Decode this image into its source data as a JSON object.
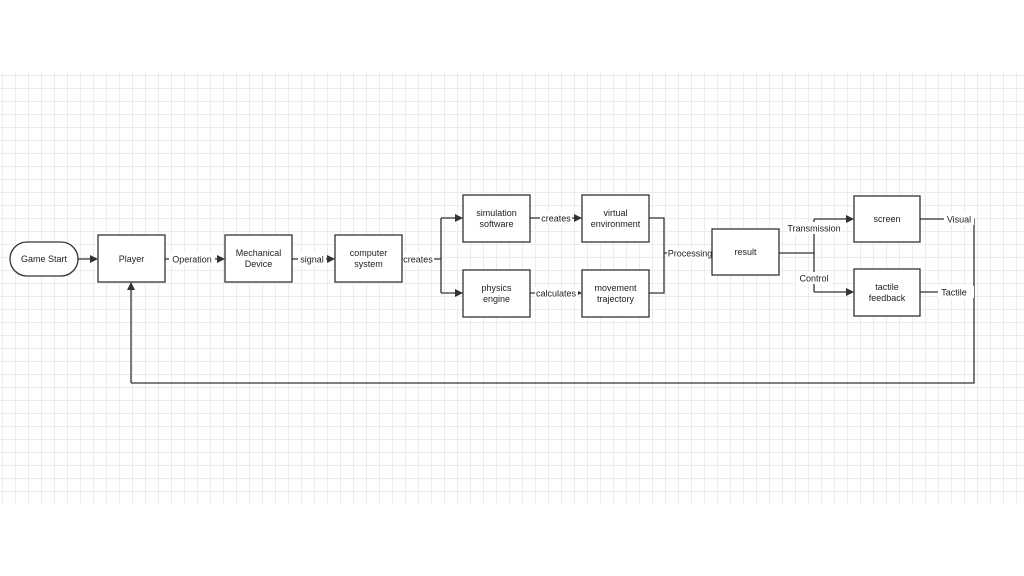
{
  "nodes": {
    "game_start": "Game Start",
    "player": "Player",
    "mechanical_device_l1": "Mechanical",
    "mechanical_device_l2": "Device",
    "computer_system_l1": "computer",
    "computer_system_l2": "system",
    "simulation_software_l1": "simulation",
    "simulation_software_l2": "software",
    "physics_engine_l1": "physics",
    "physics_engine_l2": "engine",
    "virtual_environment_l1": "virtual",
    "virtual_environment_l2": "environment",
    "movement_trajectory_l1": "movement",
    "movement_trajectory_l2": "trajectory",
    "result": "result",
    "screen": "screen",
    "tactile_feedback_l1": "tactile",
    "tactile_feedback_l2": "feedback"
  },
  "edges": {
    "operation": "Operation",
    "signal": "signal",
    "creates_main": "creates",
    "creates_branch": "creates",
    "calculates": "calculates",
    "processing": "Processing",
    "transmission": "Transmission",
    "control": "Control",
    "visual": "Visual",
    "tactile": "Tactile"
  },
  "colors": {
    "stroke": "#333333",
    "grid": "#ececec",
    "background": "#ffffff"
  }
}
